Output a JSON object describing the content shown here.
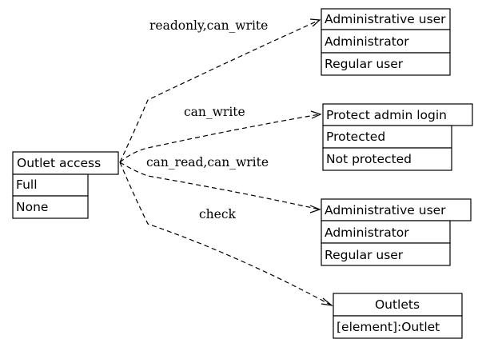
{
  "nodes": {
    "outlet_access": {
      "title": "Outlet access",
      "values": [
        "Full",
        "None"
      ]
    },
    "admin_user_1": {
      "title": "Administrative user",
      "values": [
        "Administrator",
        "Regular user"
      ]
    },
    "protect_admin_login": {
      "title": "Protect admin login",
      "values": [
        "Protected",
        "Not protected"
      ]
    },
    "admin_user_2": {
      "title": "Administrative user",
      "values": [
        "Administrator",
        "Regular user"
      ]
    },
    "outlets": {
      "title": "Outlets",
      "values": [
        "[element]:Outlet"
      ]
    }
  },
  "edges": [
    {
      "label": "readonly,can_write"
    },
    {
      "label": "can_write"
    },
    {
      "label": "can_read,can_write"
    },
    {
      "label": "check"
    }
  ]
}
